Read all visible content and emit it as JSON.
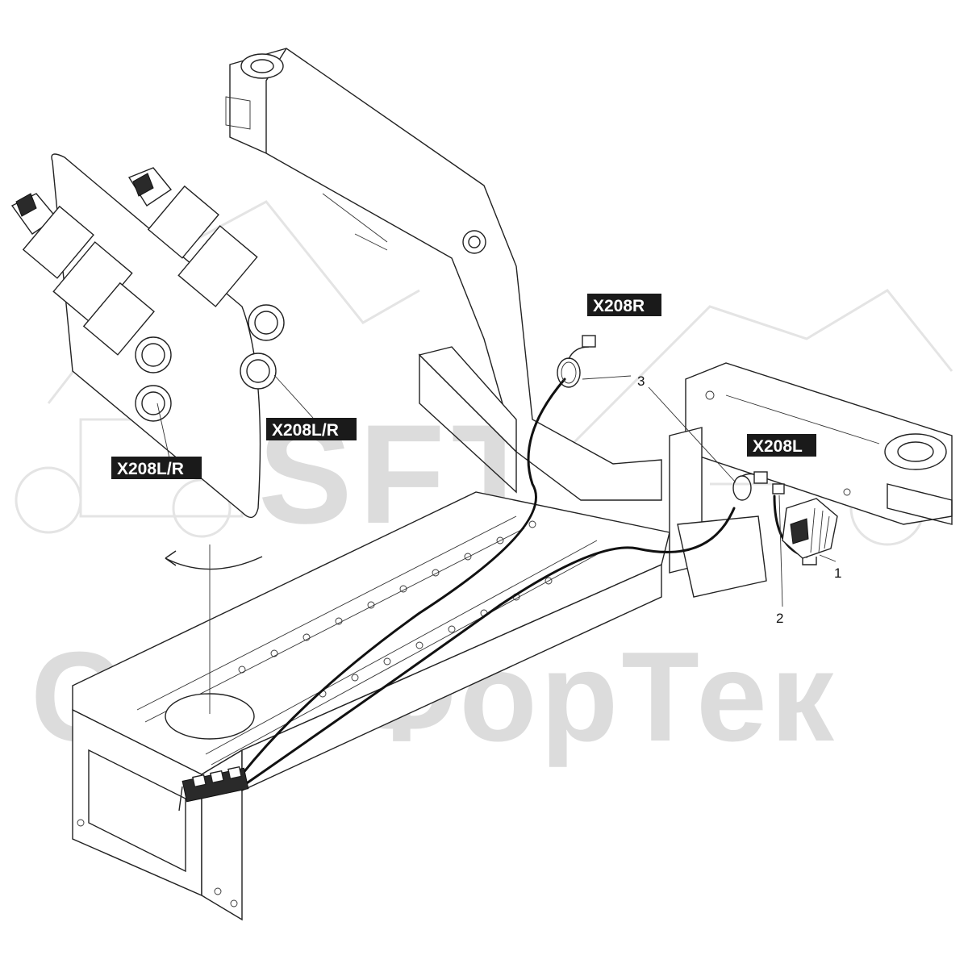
{
  "watermark": {
    "logo_text": "SFT",
    "brand_text": "СкапФорТек"
  },
  "labels": {
    "x208r": "X208R",
    "x208l": "X208L",
    "x208lr_top": "X208L/R",
    "x208lr_bottom": "X208L/R"
  },
  "callouts": {
    "c1": "1",
    "c2": "2",
    "c3": "3"
  },
  "icons": {
    "rotation_arrow": "rotate-left-arrow-icon"
  },
  "colors": {
    "label_bg": "#1a1a1a",
    "label_fg": "#ffffff",
    "line": "#222222",
    "watermark": "#dcdcdc"
  }
}
